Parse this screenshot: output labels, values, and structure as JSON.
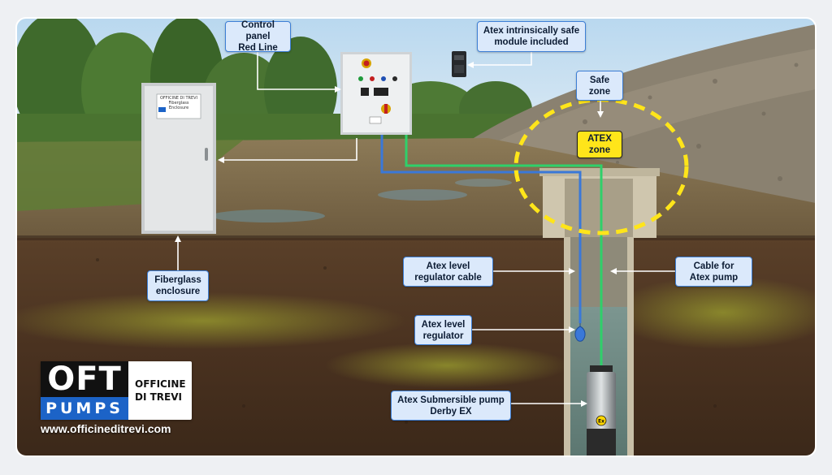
{
  "labels": {
    "control_panel": [
      "Control panel",
      "Red Line"
    ],
    "atex_module": [
      "Atex intrinsically safe",
      "module included"
    ],
    "safe_zone": [
      "Safe",
      "zone"
    ],
    "atex_zone": [
      "ATEX",
      "zone"
    ],
    "fiberglass": [
      "Fiberglass",
      "enclosure"
    ],
    "level_cable": [
      "Atex level",
      "regulator cable"
    ],
    "pump_cable": [
      "Cable for",
      "Atex pump"
    ],
    "level_regulator": [
      "Atex level",
      "regulator"
    ],
    "pump": [
      "Atex Submersible pump",
      "Derby EX"
    ]
  },
  "enclosure_plate": [
    "OFFICINE DI TREVI",
    "Fiberglass Enclosure"
  ],
  "logo": {
    "top": "OFT",
    "bottom": "PUMPS",
    "line1": "OFFICINE",
    "line2": "DI TREVI"
  },
  "website": "www.officineditrevi.com",
  "pump_badge": "Ex",
  "colors": {
    "label_fill": "#dbe9fb",
    "label_border": "#3d7fd6",
    "atex_fill": "#ffe51a",
    "dash": "#ffe51a",
    "level_cable": "#3a78d8",
    "pump_cable": "#2fd06a",
    "logo_blue": "#1c63c7",
    "logo_black": "#111111"
  }
}
